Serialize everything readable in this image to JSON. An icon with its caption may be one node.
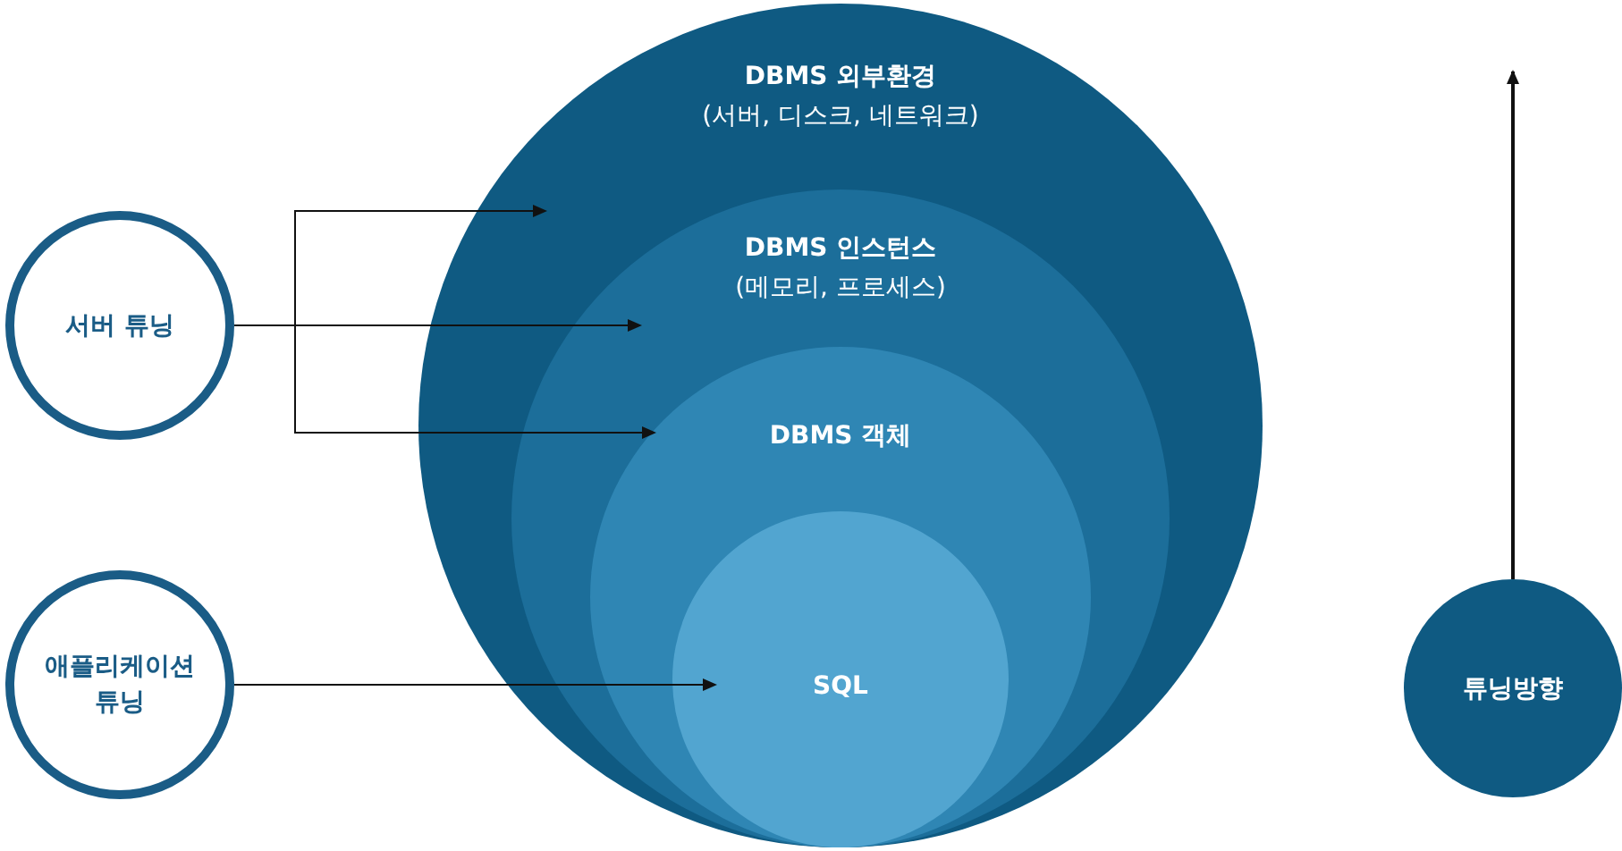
{
  "diagram": {
    "nodes": [
      {
        "text": [
          "DBMS 외부환경",
          "(서버, 디스크, 네트워크)"
        ]
      },
      {
        "text": [
          "DBMS 인스턴스",
          "(메모리, 프로세스)"
        ],
        "in": 0
      },
      {
        "text": [
          "DBMS 객체"
        ],
        "in": 1
      },
      {
        "text": [
          "SQL"
        ],
        "in": 2
      },
      {
        "text": [
          "서버 튜닝"
        ]
      },
      {
        "text": [
          "애플리케이션 튜닝"
        ]
      },
      {
        "text": [
          "튜닝방향"
        ]
      }
    ],
    "edges": [
      {
        "from": 4,
        "to": 0,
        "arrow": "to"
      },
      {
        "from": 4,
        "to": 1,
        "arrow": "to"
      },
      {
        "from": 4,
        "to": 2,
        "arrow": "to"
      },
      {
        "from": 5,
        "to": 3,
        "arrow": "to"
      },
      {
        "from": 6,
        "to": null,
        "arrow": "to"
      }
    ]
  }
}
